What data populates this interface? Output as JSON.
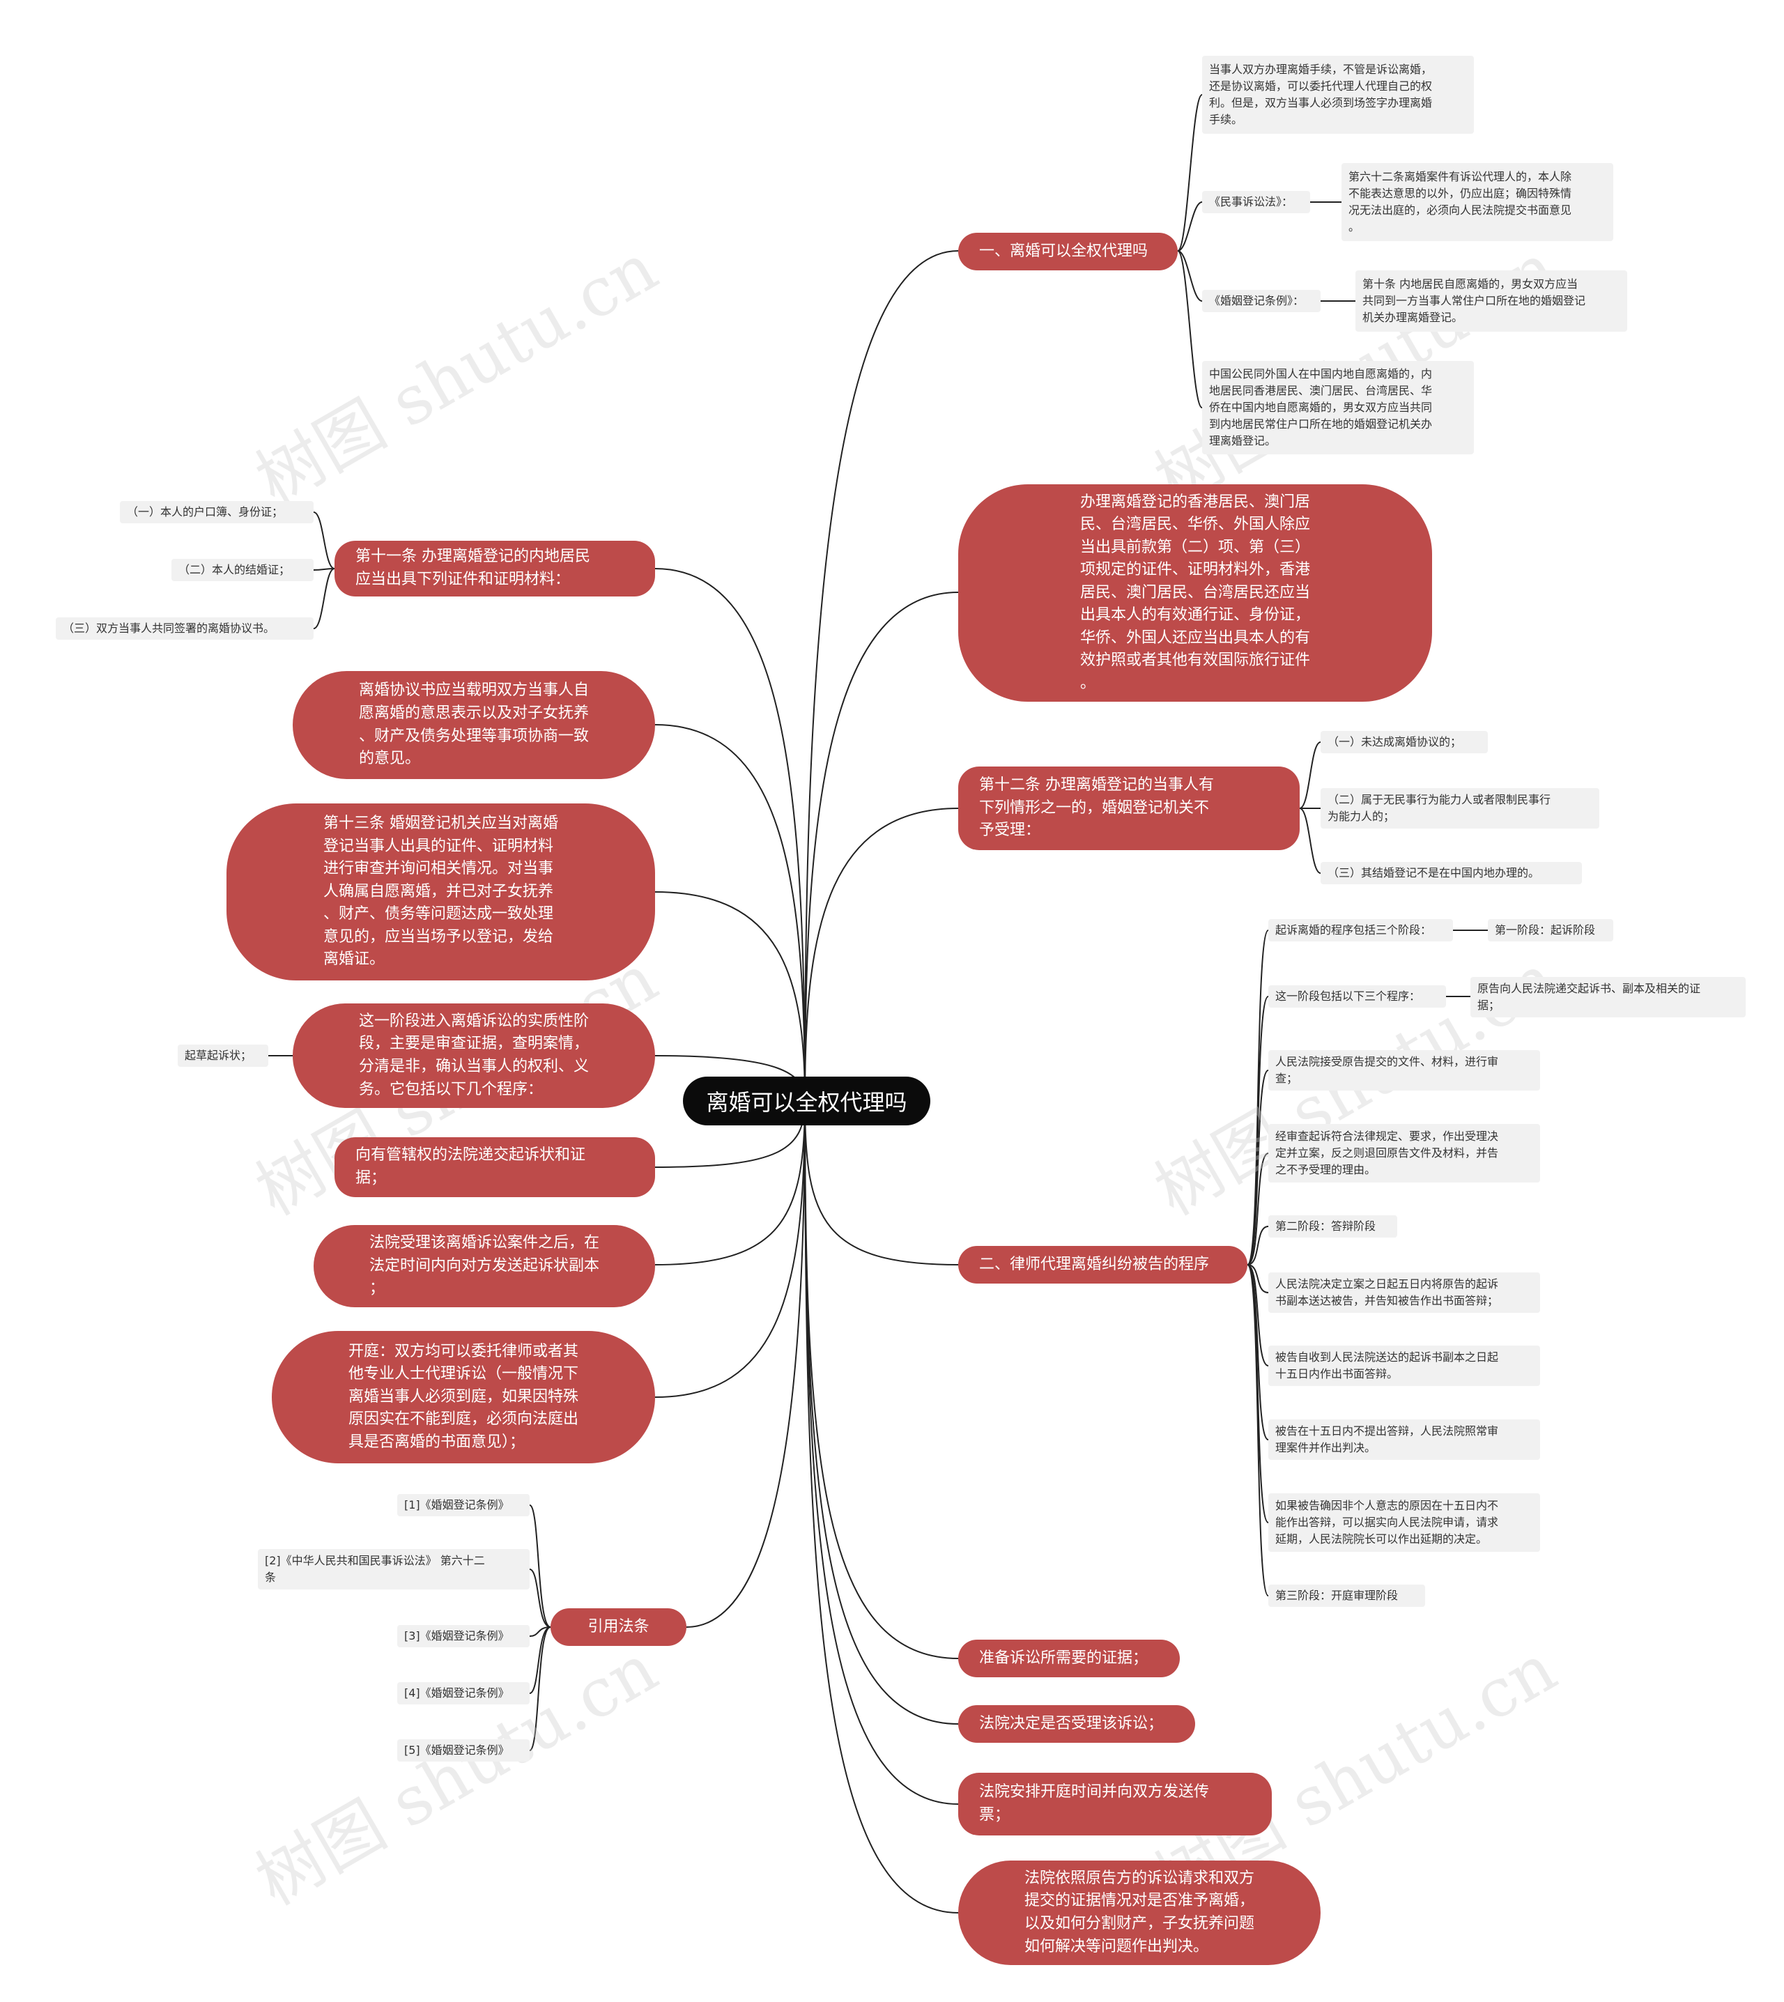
{
  "root": "离婚可以全权代理吗",
  "right": {
    "b1": "一、离婚可以全权代理吗",
    "b1_l1": "当事人双方办理离婚手续，不管是诉讼离婚，\n还是协议离婚，可以委托代理人代理自己的权\n利。但是，双方当事人必须到场签字办理离婚\n手续。",
    "b1_l2": "《民事诉讼法》：",
    "b1_l2_c": "第六十二条离婚案件有诉讼代理人的，本人除\n不能表达意思的以外，仍应出庭；确因特殊情\n况无法出庭的，必须向人民法院提交书面意见\n。",
    "b1_l3": "《婚姻登记条例》：",
    "b1_l3_c": "第十条 内地居民自愿离婚的，男女双方应当\n共同到一方当事人常住户口所在地的婚姻登记\n机关办理离婚登记。",
    "b1_l4": "中国公民同外国人在中国内地自愿离婚的，内\n地居民同香港居民、澳门居民、台湾居民、华\n侨在中国内地自愿离婚的，男女双方应当共同\n到内地居民常住户口所在地的婚姻登记机关办\n理离婚登记。",
    "b2": "办理离婚登记的香港居民、澳门居\n民、台湾居民、华侨、外国人除应\n当出具前款第（二）项、第（三）\n项规定的证件、证明材料外，香港\n居民、澳门居民、台湾居民还应当\n出具本人的有效通行证、身份证，\n华侨、外国人还应当出具本人的有\n效护照或者其他有效国际旅行证件\n。",
    "b3": "第十二条 办理离婚登记的当事人有\n下列情形之一的，婚姻登记机关不\n予受理：",
    "b3_l1": "（一）未达成离婚协议的；",
    "b3_l2": "（二）属于无民事行为能力人或者限制民事行\n为能力人的；",
    "b3_l3": "（三）其结婚登记不是在中国内地办理的。",
    "b4": "二、律师代理离婚纠纷被告的程序",
    "b4_l1": "起诉离婚的程序包括三个阶段：",
    "b4_l1_c": "第一阶段：起诉阶段",
    "b4_l2": "这一阶段包括以下三个程序：",
    "b4_l2_c": "原告向人民法院递交起诉书、副本及相关的证\n据；",
    "b4_l3": "人民法院接受原告提交的文件、材料，进行审\n查；",
    "b4_l4": "经审查起诉符合法律规定、要求，作出受理决\n定并立案，反之则退回原告文件及材料，并告\n之不予受理的理由。",
    "b4_l5": "第二阶段：答辩阶段",
    "b4_l6": "人民法院决定立案之日起五日内将原告的起诉\n书副本送达被告，并告知被告作出书面答辩；",
    "b4_l7": "被告自收到人民法院送达的起诉书副本之日起\n十五日内作出书面答辩。",
    "b4_l8": "被告在十五日内不提出答辩，人民法院照常审\n理案件并作出判决。",
    "b4_l9": "如果被告确因非个人意志的原因在十五日内不\n能作出答辩，可以据实向人民法院申请，请求\n延期，人民法院院长可以作出延期的决定。",
    "b4_l10": "第三阶段：开庭审理阶段",
    "b5": "准备诉讼所需要的证据；",
    "b6": "法院决定是否受理该诉讼；",
    "b7": "法院安排开庭时间并向双方发送传\n票；",
    "b8": "法院依照原告方的诉讼请求和双方\n提交的证据情况对是否准予离婚，\n以及如何分割财产，子女抚养问题\n如何解决等问题作出判决。"
  },
  "left": {
    "a1": "第十一条 办理离婚登记的内地居民\n应当出具下列证件和证明材料：",
    "a1_l1": "（一）本人的户口簿、身份证；",
    "a1_l2": "（二）本人的结婚证；",
    "a1_l3": "（三）双方当事人共同签署的离婚协议书。",
    "a2": "离婚协议书应当载明双方当事人自\n愿离婚的意思表示以及对子女抚养\n、财产及债务处理等事项协商一致\n的意见。",
    "a3": "第十三条 婚姻登记机关应当对离婚\n登记当事人出具的证件、证明材料\n进行审查并询问相关情况。对当事\n人确属自愿离婚，并已对子女抚养\n、财产、债务等问题达成一致处理\n意见的，应当当场予以登记，发给\n离婚证。",
    "a4": "这一阶段进入离婚诉讼的实质性阶\n段，主要是审查证据，查明案情，\n分清是非，确认当事人的权利、义\n务。它包括以下几个程序：",
    "a4_l1": "起草起诉状；",
    "a5": "向有管辖权的法院递交起诉状和证\n据；",
    "a6": "法院受理该离婚诉讼案件之后，在\n法定时间内向对方发送起诉状副本\n；",
    "a7": "开庭：双方均可以委托律师或者其\n他专业人士代理诉讼（一般情况下\n离婚当事人必须到庭，如果因特殊\n原因实在不能到庭，必须向法庭出\n具是否离婚的书面意见）；",
    "a8": "引用法条",
    "a8_l1": "[1]《婚姻登记条例》",
    "a8_l2": "[2]《中华人民共和国民事诉讼法》 第六十二\n条",
    "a8_l3": "[3]《婚姻登记条例》",
    "a8_l4": "[4]《婚姻登记条例》",
    "a8_l5": "[5]《婚姻登记条例》"
  },
  "watermark": "树图 shutu.cn",
  "colors": {
    "branch": "#bd4b4a",
    "root": "#0b0b0b",
    "leaf": "#f1f1f1",
    "line": "#222222"
  }
}
